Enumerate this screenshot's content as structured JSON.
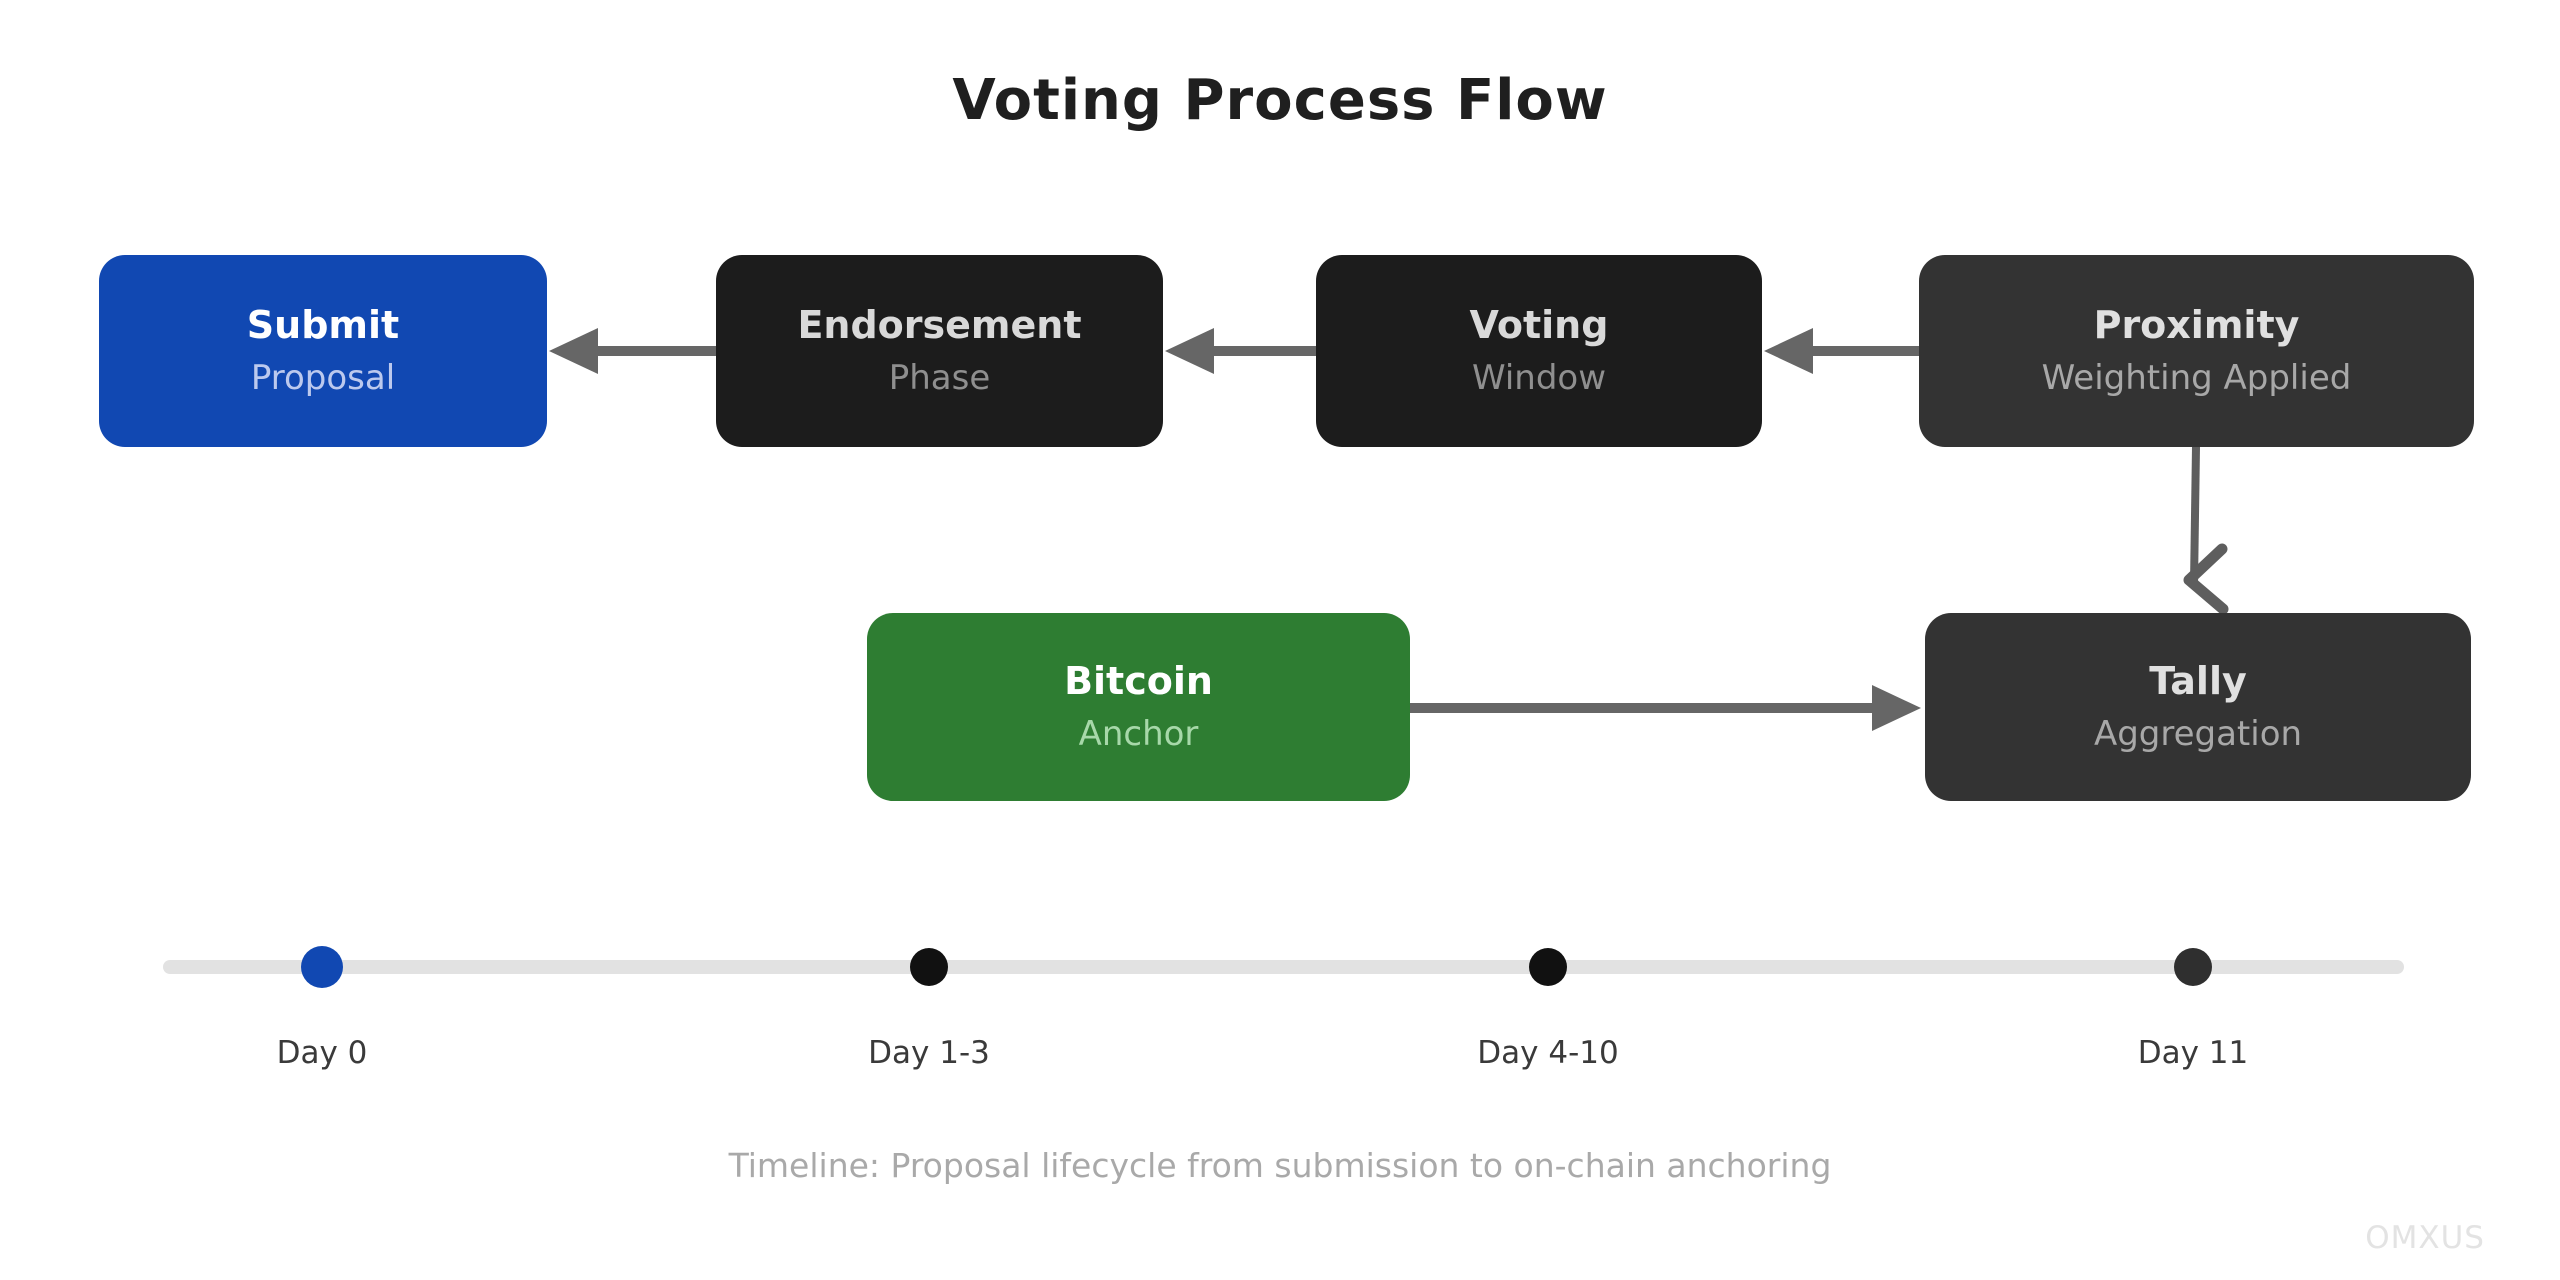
{
  "title": "Voting Process Flow",
  "nodes": {
    "submit": {
      "title": "Submit",
      "subtitle": "Proposal",
      "color": "#1148b2"
    },
    "endorsement": {
      "title": "Endorsement",
      "subtitle": "Phase",
      "color": "#1c1c1c"
    },
    "voting": {
      "title": "Voting",
      "subtitle": "Window",
      "color": "#1c1c1c"
    },
    "proximity": {
      "title": "Proximity",
      "subtitle": "Weighting Applied",
      "color": "#333333"
    },
    "bitcoin": {
      "title": "Bitcoin",
      "subtitle": "Anchor",
      "color": "#2e7d32"
    },
    "tally": {
      "title": "Tally",
      "subtitle": "Aggregation",
      "color": "#333333"
    }
  },
  "flow": {
    "arrows": [
      {
        "from": "endorsement",
        "to": "submit"
      },
      {
        "from": "voting",
        "to": "endorsement"
      },
      {
        "from": "proximity",
        "to": "voting"
      },
      {
        "from": "proximity",
        "to": "tally"
      },
      {
        "from": "bitcoin",
        "to": "tally"
      }
    ]
  },
  "timeline": {
    "milestones": [
      {
        "label": "Day 0",
        "color": "#1148b2"
      },
      {
        "label": "Day 1-3",
        "color": "#111111"
      },
      {
        "label": "Day 4-10",
        "color": "#111111"
      },
      {
        "label": "Day 11",
        "color": "#2f2f2f"
      }
    ],
    "caption": "Timeline: Proposal lifecycle from submission to on-chain anchoring"
  },
  "watermark": "OMXUS",
  "colors": {
    "title_text": "#1f1f1f",
    "arrow_gray": "#666666",
    "timeline_track": "#e2e2e2",
    "caption_gray": "#a9a9a9",
    "watermark_gray": "#e3e3e3"
  }
}
